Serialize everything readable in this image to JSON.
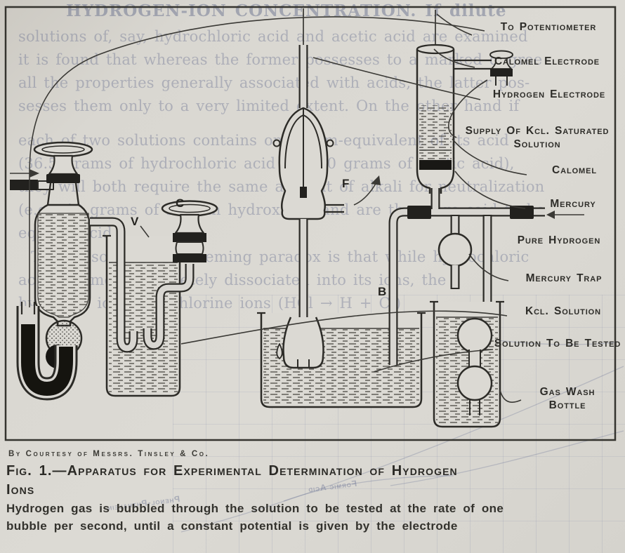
{
  "colors": {
    "paper": "#d9d7d1",
    "ink": "#2c2b27",
    "ghost_text": "#5a6286",
    "dark_fill": "#22211e"
  },
  "ghost_paragraph": {
    "lines": [
      "HYDROGEN-ION CONCENTRATION. If dilute",
      "solutions of, say, hydrochloric acid and acetic acid are examined",
      "it is found that whereas the former possesses to a marked degree",
      "all the properties generally associated with acids, the latter pos-",
      "sesses them only to a very limited extent. On the other hand if",
      "each of two solutions contains one gram-equivalent of its acid",
      "(36.5 grams of hydrochloric acid and 60 grams of acetic acid),",
      "they will both require the same amount of alkali for neutralization",
      "(e.g., 40 grams of sodium hydroxide), and are therefore said to be",
      "equally acid.",
      "The reason for this seeming paradox is that while hydrochloric",
      "acid is almost completely dissociated into its ions, the",
      "hydrogen ions and chlorine ions (HCl → H + Cl)"
    ]
  },
  "verso": {
    "curve_label_1": "Formic Acid",
    "curve_label_2": "Phenol-Phthalein"
  },
  "figure": {
    "labels": [
      {
        "id": "to-potentiometer",
        "text": "To Potentiometer"
      },
      {
        "id": "calomel-electrode",
        "text": "Calomel Electrode"
      },
      {
        "id": "hydrogen-electrode",
        "text": "Hydrogen Electrode"
      },
      {
        "id": "supply-kcl",
        "text": "Supply Of Kcl. Saturated Solution"
      },
      {
        "id": "calomel",
        "text": "Calomel"
      },
      {
        "id": "mercury",
        "text": "Mercury"
      },
      {
        "id": "pure-hydrogen",
        "text": "Pure Hydrogen"
      },
      {
        "id": "mercury-trap",
        "text": "Mercury Trap"
      },
      {
        "id": "kcl-solution",
        "text": "Kcl. Solution"
      },
      {
        "id": "solution-tested",
        "text": "Solution To Be Tested"
      },
      {
        "id": "gas-wash-bottle",
        "text": "Gas Wash Bottle"
      }
    ],
    "letters": [
      {
        "id": "v",
        "text": "V"
      },
      {
        "id": "c",
        "text": "C"
      },
      {
        "id": "b",
        "text": "B"
      },
      {
        "id": "f",
        "text": "F"
      }
    ]
  },
  "caption": {
    "credit": "By Courtesy of Messrs. Tinsley & Co.",
    "title_line1": "Fig. 1.—Apparatus for Experimental Determination of Hydrogen",
    "title_line2": "Ions",
    "body_line1": "Hydrogen gas is bubbled through the solution to be tested at the rate of one",
    "body_line2": "bubble per second, until a constant potential is given by the electrode"
  }
}
